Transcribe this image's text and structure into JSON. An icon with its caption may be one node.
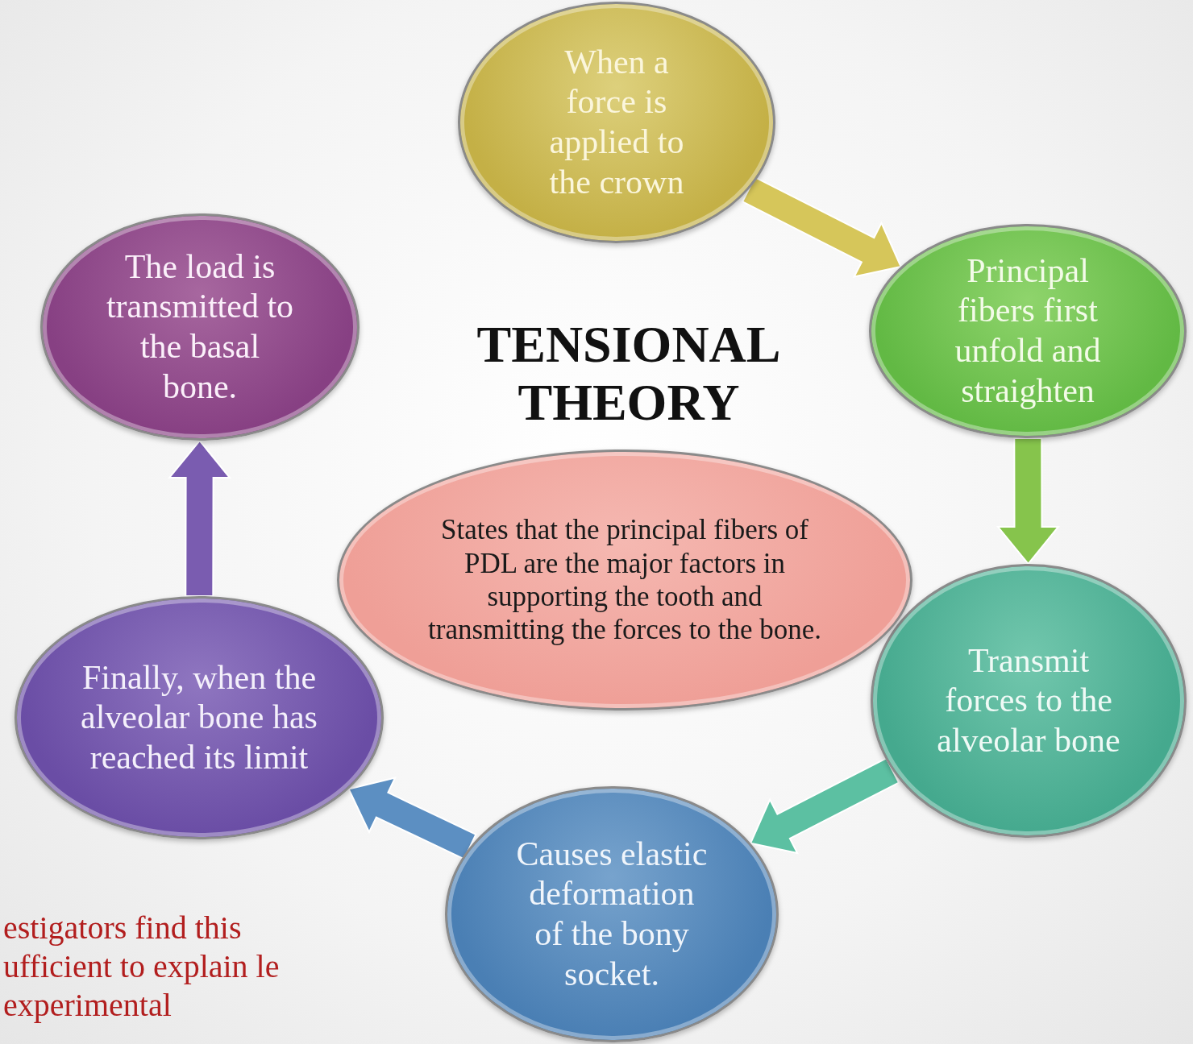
{
  "diagram": {
    "title": "TENSIONAL THEORY",
    "nodes": [
      {
        "text": [
          "When a force is applied to the crown"
        ]
      },
      {
        "text": [
          "Principal fibers first unfold and straighten"
        ]
      },
      {
        "text": [
          "Transmit forces to the alveolar bone"
        ]
      },
      {
        "text": [
          "Causes elastic deformation of the bony socket."
        ]
      },
      {
        "text": [
          "Finally, when the alveolar bone has reached its limit"
        ]
      },
      {
        "text": [
          "The load is transmitted to the basal bone."
        ]
      },
      {
        "text": [
          "States that  the principal fibers of PDL are the major factors in supporting the tooth and transmitting the forces to the bone."
        ]
      }
    ],
    "edges": [
      {
        "from": 0,
        "to": 1,
        "arrow": "to",
        "style": "thick",
        "color": "#d6c65a"
      },
      {
        "from": 1,
        "to": 2,
        "arrow": "to",
        "style": "thick",
        "color": "#86c44c"
      },
      {
        "from": 2,
        "to": 3,
        "arrow": "to",
        "style": "thick",
        "color": "#5cc0a2"
      },
      {
        "from": 3,
        "to": 4,
        "arrow": "to",
        "style": "thick",
        "color": "#5c8fc2"
      },
      {
        "from": 4,
        "to": 5,
        "arrow": "to",
        "style": "thick",
        "color": "#7a5cb0"
      }
    ],
    "labels": [
      "estigators find this ufficient to explain le experimental"
    ]
  }
}
